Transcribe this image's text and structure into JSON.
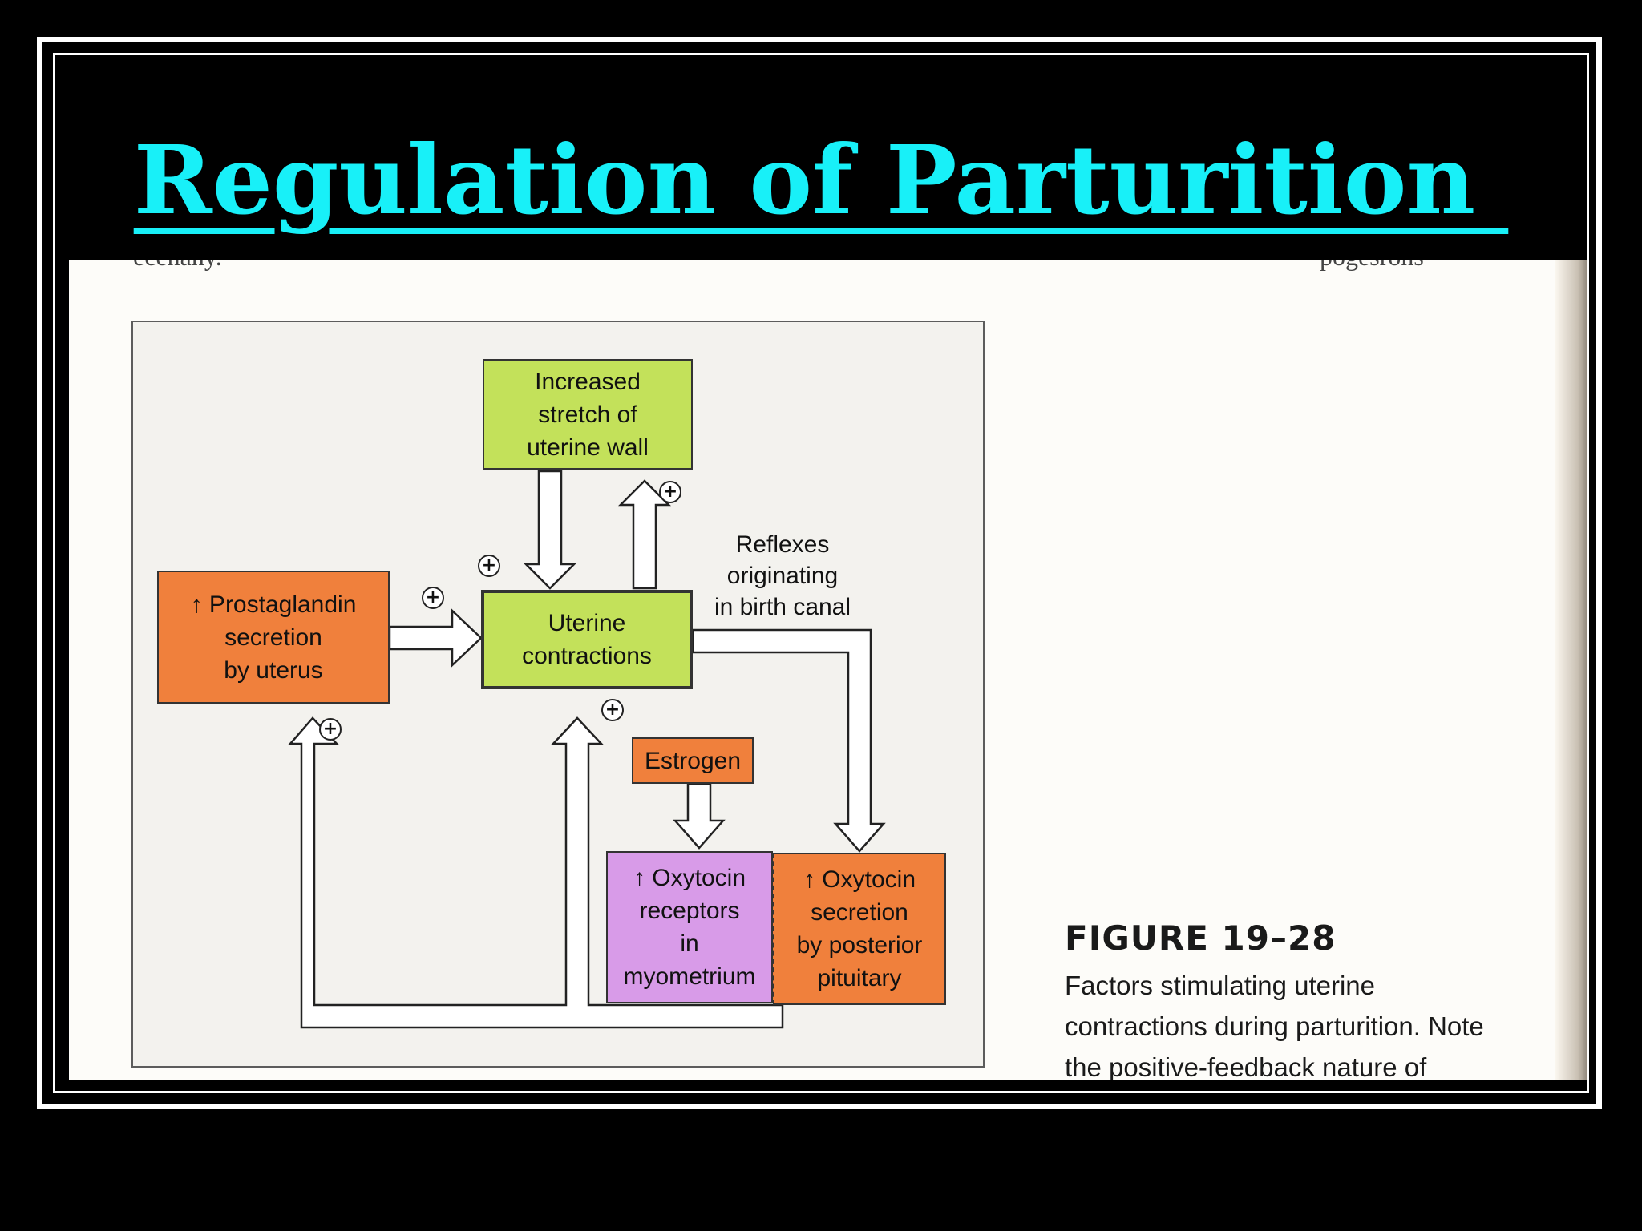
{
  "slide": {
    "title": "Regulation of Parturition "
  },
  "scan": {
    "top_cutoff_left": "ecenany.",
    "top_cutoff_right": "pogesrons"
  },
  "diagram": {
    "boxes": {
      "stretch": "Increased\nstretch of\nuterine wall",
      "uterine": "Uterine\ncontractions",
      "prostaglandin": "↑ Prostaglandin\nsecretion\nby uterus",
      "estrogen": "Estrogen",
      "receptors": "↑ Oxytocin\nreceptors\nin\nmyometrium",
      "secretion": "↑ Oxytocin\nsecretion\nby posterior\npituitary"
    },
    "reflex_label": "Reflexes\noriginating\nin birth canal",
    "plus_sign": "+",
    "colors": {
      "lime": "#c3e15a",
      "orange": "#f0803c",
      "violet": "#d89be8"
    }
  },
  "figure": {
    "number": "FIGURE 19–28",
    "caption": "Factors stimulating uterine contractions during parturition. Note the positive-feedback nature of several of the inputs"
  }
}
